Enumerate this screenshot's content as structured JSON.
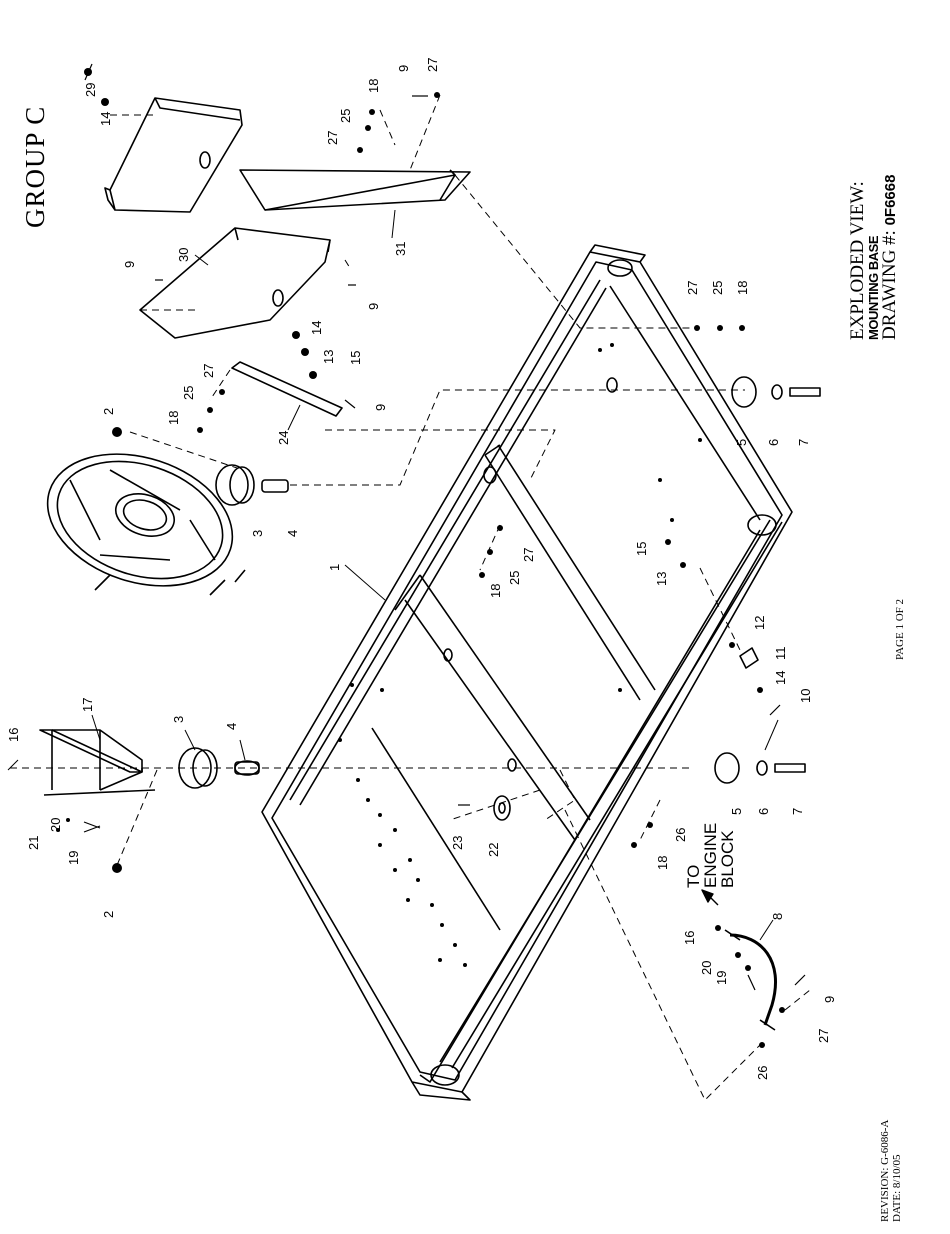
{
  "header": {
    "group_title": "GROUP C"
  },
  "title_block": {
    "line1": "EXPLODED VIEW:",
    "line2": "MOUNTING BASE",
    "line3_prefix": "DRAWING #: ",
    "drawing_number": "0F6668"
  },
  "footer": {
    "page": "PAGE 1 OF 2",
    "revision": "REVISION: G-6086-A",
    "date": "DATE: 8/10/05"
  },
  "note": {
    "line1": "TO",
    "line2": "ENGINE",
    "line3": "BLOCK"
  },
  "callouts": [
    "1",
    "2",
    "2",
    "3",
    "3",
    "4",
    "4",
    "5",
    "5",
    "6",
    "6",
    "7",
    "7",
    "8",
    "9",
    "9",
    "9",
    "9",
    "9",
    "10",
    "11",
    "12",
    "13",
    "13",
    "14",
    "14",
    "14",
    "15",
    "15",
    "16",
    "16",
    "17",
    "18",
    "18",
    "18",
    "18",
    "18",
    "19",
    "19",
    "20",
    "20",
    "21",
    "22",
    "23",
    "24",
    "25",
    "25",
    "25",
    "25",
    "26",
    "26",
    "27",
    "27",
    "27",
    "27",
    "27",
    "27",
    "29",
    "30",
    "31"
  ]
}
